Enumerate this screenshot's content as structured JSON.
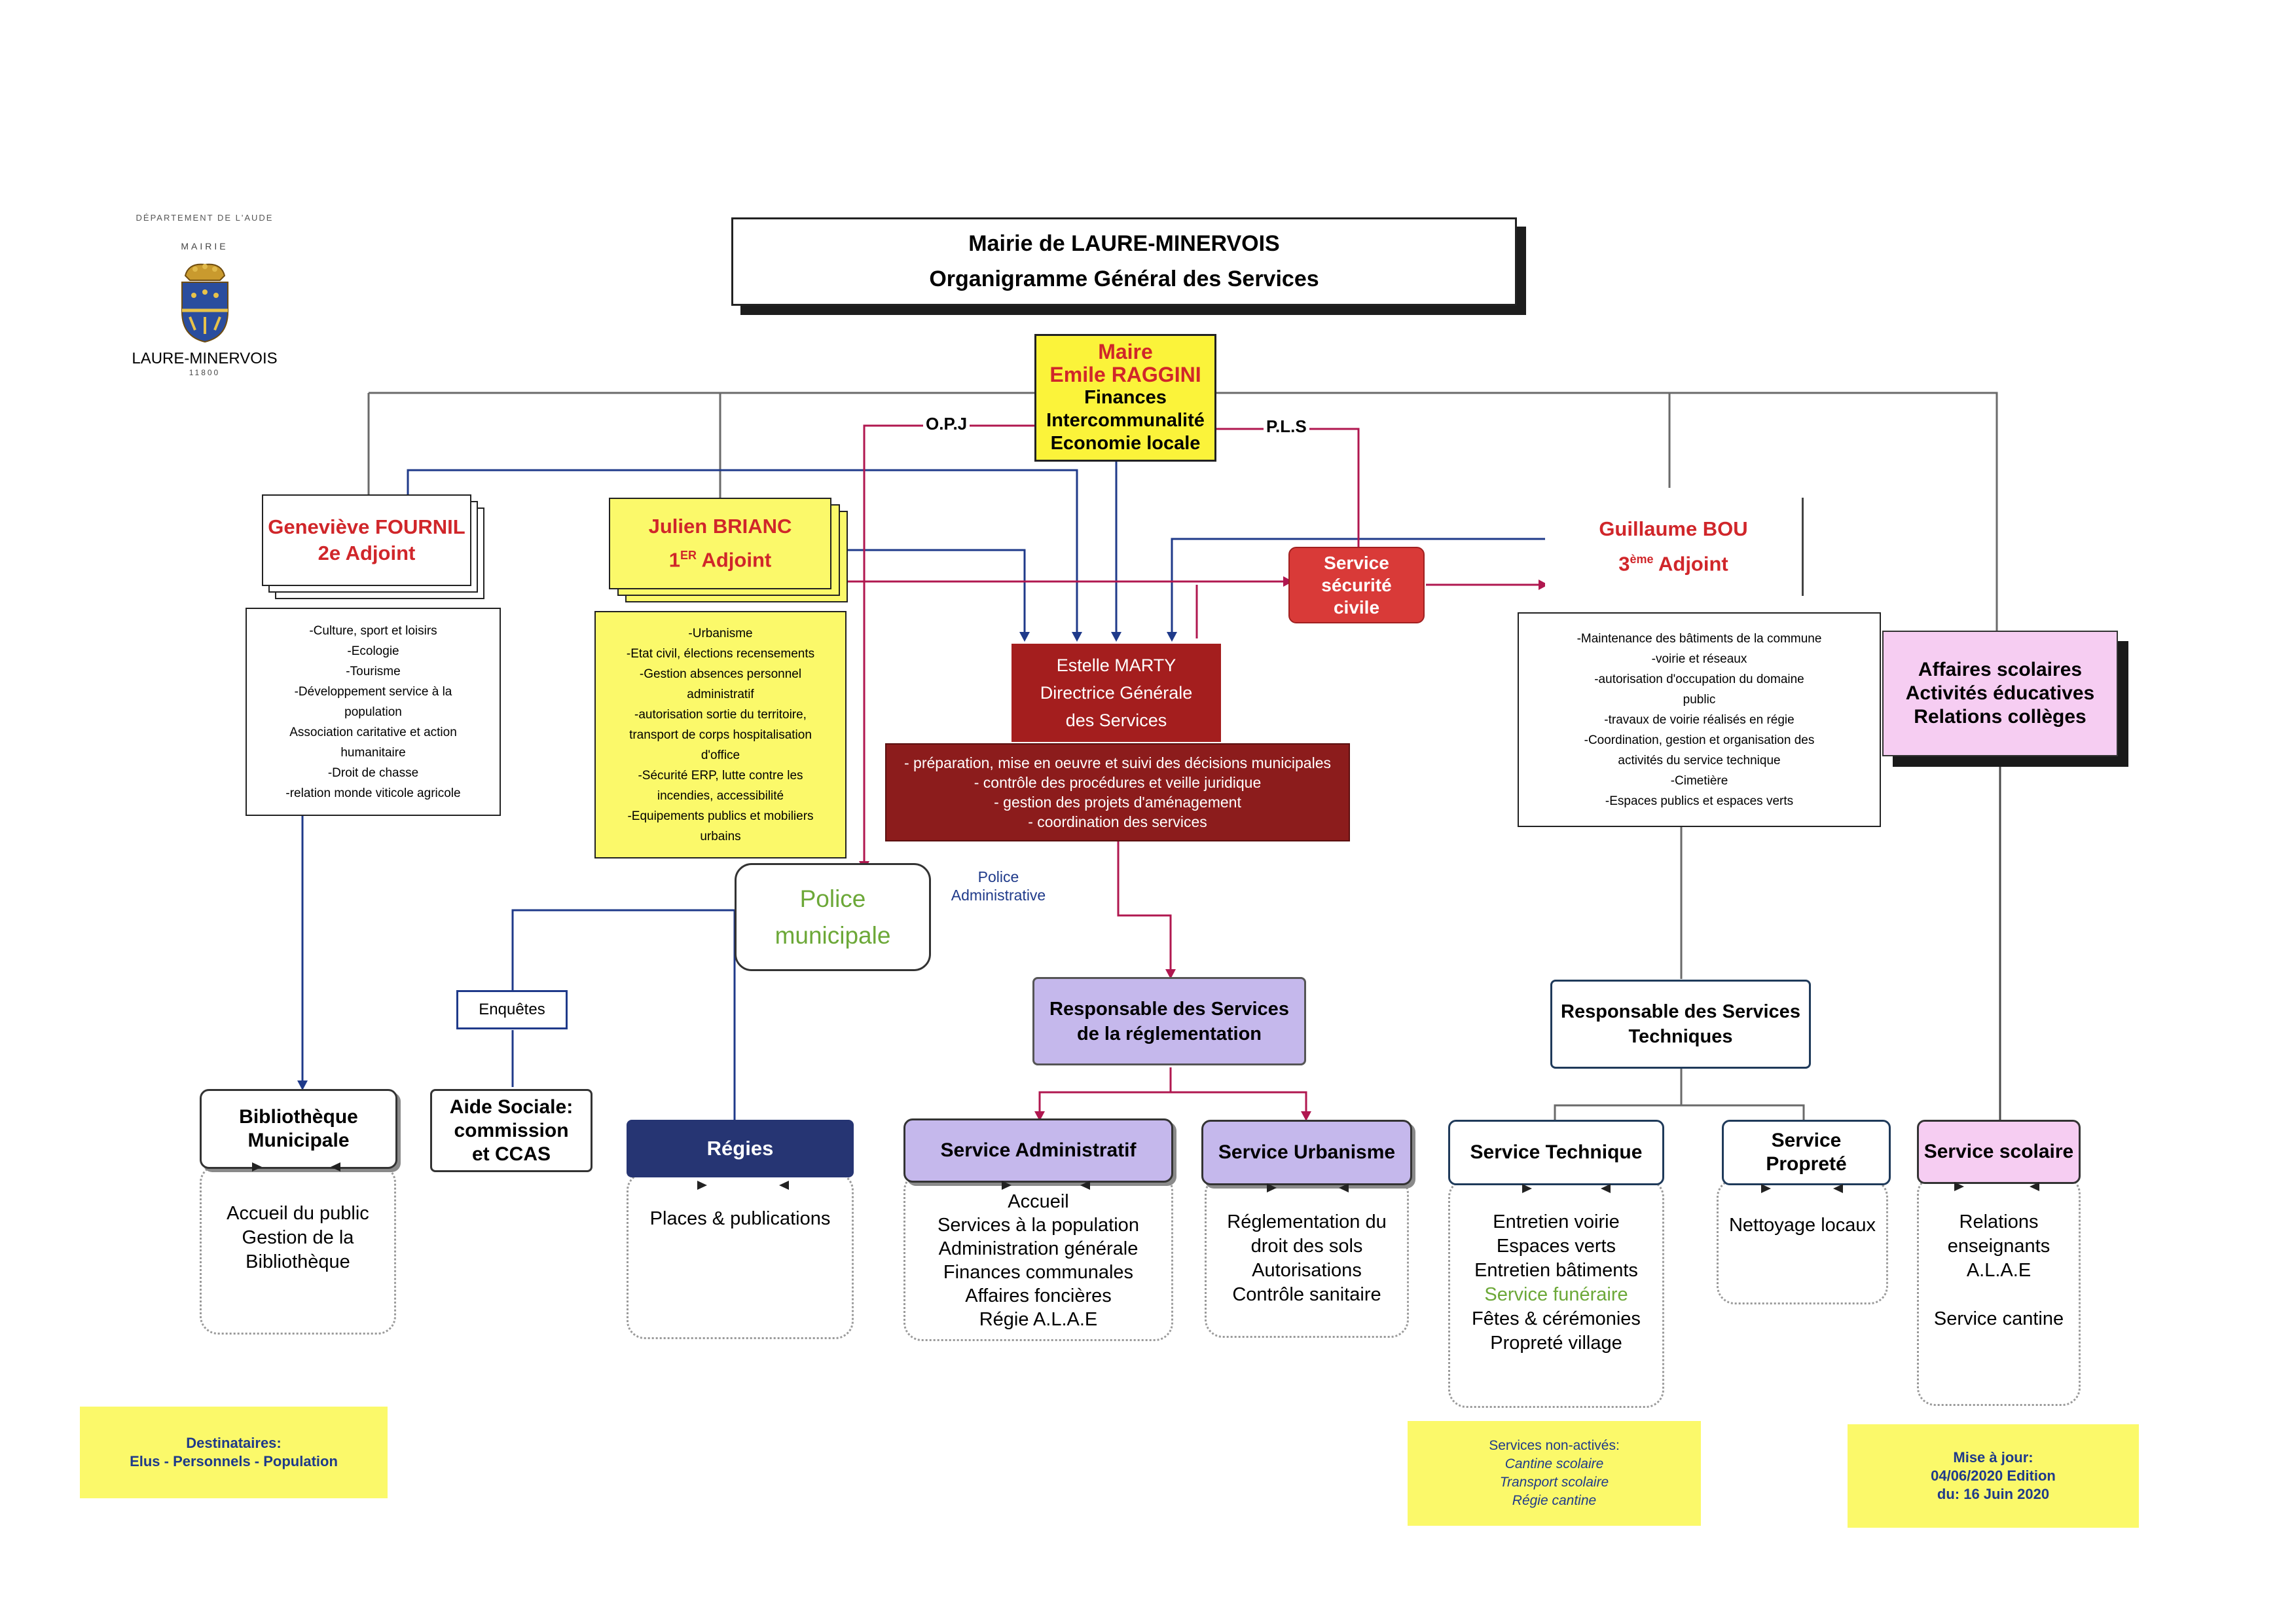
{
  "header": {
    "department": "DÉPARTEMENT DE L'AUDE",
    "mairie_label": "MAIRIE",
    "town": "LAURE-MINERVOIS",
    "postcode": "11800",
    "title_line1": "Mairie de LAURE-MINERVOIS",
    "title_line2": "Organigramme Général des Services"
  },
  "mayor": {
    "role": "Maire",
    "name": "Emile RAGGINI",
    "duty1": "Finances",
    "duty2": "Intercommunalité",
    "duty3": "Economie locale"
  },
  "connector_labels": {
    "opj": "O.P.J",
    "pls": "P.L.S",
    "police_admin_1": "Police",
    "police_admin_2": "Administrative"
  },
  "adjoint2": {
    "name": "Geneviève FOURNIL",
    "title": "2e Adjoint",
    "duties": [
      "-Culture, sport et loisirs",
      "-Ecologie",
      "-Tourisme",
      "-Développement service à la",
      "population",
      "Association caritative et action",
      "humanitaire",
      "-Droit de chasse",
      "-relation monde viticole agricole"
    ]
  },
  "adjoint1": {
    "name": "Julien BRIANC",
    "title_prefix": "1",
    "title_sup": "ER",
    "title_suffix": " Adjoint",
    "duties": [
      "-Urbanisme",
      "-Etat civil, élections recensements",
      "-Gestion absences personnel",
      "administratif",
      "-autorisation sortie du territoire,",
      "transport de corps hospitalisation",
      "d'office",
      "-Sécurité ERP, lutte contre les",
      "incendies, accessibilité",
      "-Equipements publics et mobiliers",
      "urbains"
    ]
  },
  "adjoint3": {
    "name": "Guillaume BOU",
    "title_prefix": "3",
    "title_sup": "ème",
    "title_suffix": " Adjoint",
    "duties": [
      "-Maintenance des bâtiments de la commune",
      "-voirie et réseaux",
      "-autorisation d'occupation du domaine",
      "public",
      "-travaux de voirie réalisés en régie",
      "-Coordination, gestion et organisation des",
      "activités du service technique",
      "-Cimetière",
      "-Espaces publics et espaces verts"
    ]
  },
  "securite": {
    "line1": "Service",
    "line2": "sécurité",
    "line3": "civile"
  },
  "dgs": {
    "name": "Estelle MARTY",
    "title1": "Directrice Générale",
    "title2": "des Services",
    "duties": [
      "- préparation, mise en oeuvre et suivi des décisions municipales",
      "- contrôle des procédures et veille juridique",
      "- gestion des projets d'aménagement",
      "- coordination des services"
    ]
  },
  "scolaire_head": {
    "line1": "Affaires scolaires",
    "line2": "Activités éducatives",
    "line3": "Relations collèges"
  },
  "police": {
    "line1": "Police",
    "line2": "municipale"
  },
  "enquetes": "Enquêtes",
  "resp_reg": {
    "line1": "Responsable des Services",
    "line2": "de la réglementation"
  },
  "resp_tech": {
    "line1": "Responsable des Services",
    "line2": "Techniques"
  },
  "services": {
    "bibliotheque": {
      "line1": "Bibliothèque",
      "line2": "Municipale",
      "items": [
        "Accueil du public",
        "Gestion de la",
        "Bibliothèque"
      ]
    },
    "aide_sociale": {
      "line1": "Aide Sociale:",
      "line2": "commission",
      "line3": "et CCAS"
    },
    "regies": {
      "label": "Régies",
      "items": [
        "Places & publications"
      ]
    },
    "administratif": {
      "label": "Service Administratif",
      "items": [
        "Accueil",
        "Services à la population",
        "Administration générale",
        "Finances communales",
        "Affaires foncières",
        "Régie A.L.A.E"
      ]
    },
    "urbanisme": {
      "label": "Service Urbanisme",
      "items": [
        "Réglementation du",
        "droit des sols",
        "Autorisations",
        "Contrôle sanitaire"
      ]
    },
    "technique": {
      "label": "Service Technique",
      "items": [
        "Entretien voirie",
        "Espaces verts",
        "Entretien bâtiments",
        "Service funéraire",
        "Fêtes & cérémonies",
        "Propreté village"
      ]
    },
    "proprete": {
      "line1": "Service",
      "line2": "Propreté",
      "items": [
        "Nettoyage locaux"
      ]
    },
    "scolaire": {
      "label": "Service scolaire",
      "items": [
        "Relations",
        "enseignants",
        "A.L.A.E",
        "",
        "Service cantine"
      ]
    }
  },
  "notes": {
    "destinataires_title": "Destinataires:",
    "destinataires": "Elus - Personnels - Population",
    "non_actives_title": "Services non-activés:",
    "non_actives": [
      "Cantine scolaire",
      "Transport scolaire",
      "Régie cantine"
    ],
    "maj_line1": "Mise à jour:",
    "maj_line2": "04/06/2020 Edition",
    "maj_line3": "du: 16 Juin 2020"
  },
  "colors": {
    "navy": "#1f3a8a",
    "crimson": "#b0174f",
    "dgs_red": "#a41e1e",
    "dgs_dark": "#8c1c1c",
    "securite": "#d93a38",
    "lavender": "#c5b8ec",
    "pink": "#f6cdf2",
    "yellow": "#fbf96a",
    "regies": "#263573",
    "green": "#6ca838"
  }
}
